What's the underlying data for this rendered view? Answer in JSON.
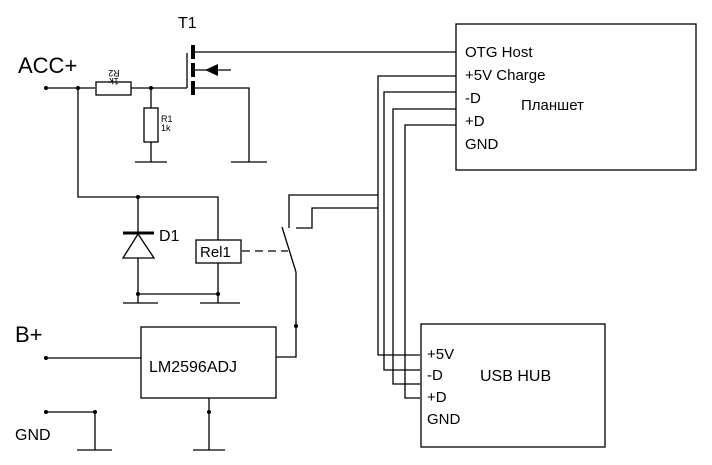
{
  "labels": {
    "acc": "ACC+",
    "b_plus": "B+",
    "gnd": "GND",
    "t1": "T1",
    "r2_name": "R2",
    "r2_value": "1k",
    "r1_name": "R1",
    "r1_value": "1k",
    "d1": "D1",
    "rel1": "Rel1",
    "regulator": "LM2596ADJ"
  },
  "tablet": {
    "title": "Планшет",
    "pins": [
      "OTG Host",
      "+5V Charge",
      "-D",
      "+D",
      "GND"
    ]
  },
  "usb_hub": {
    "title": "USB HUB",
    "pins": [
      "+5V",
      "-D",
      "+D",
      "GND"
    ]
  },
  "colors": {
    "line": "#000000",
    "background": "#ffffff"
  }
}
